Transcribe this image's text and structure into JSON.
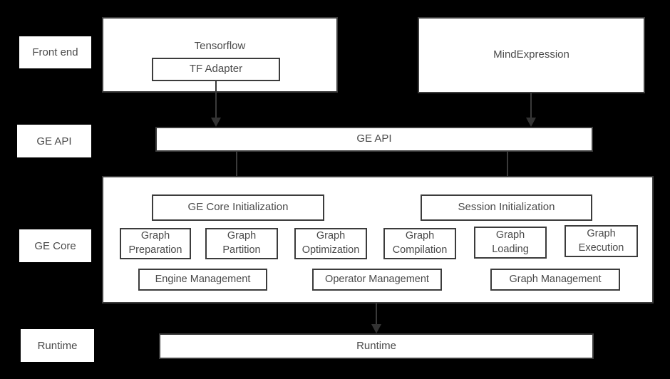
{
  "row_labels": {
    "front_end": "Front end",
    "ge_api": "GE API",
    "ge_core": "GE Core",
    "runtime": "Runtime"
  },
  "nodes": {
    "tensorflow": "Tensorflow",
    "tf_adapter": "TF Adapter",
    "mind_expression": "MindExpression",
    "ge_api_bar": "GE API",
    "ge_core_initialization": "GE Core Initialization",
    "session_initialization": "Session Initialization",
    "graph_preparation": "Graph Preparation",
    "graph_partition": "Graph Partition",
    "graph_optimization": "Graph Optimization",
    "graph_compilation": "Graph Compilation",
    "graph_loading": "Graph Loading",
    "graph_execution": "Graph Execution",
    "engine_management": "Engine Management",
    "operator_management": "Operator Management",
    "graph_management": "Graph Management",
    "runtime_bar": "Runtime"
  },
  "edges": [
    {
      "from": "tf_adapter",
      "to": "ge_api_bar"
    },
    {
      "from": "mind_expression",
      "to": "ge_api_bar"
    },
    {
      "from": "ge_api_bar",
      "to": "ge_core_initialization"
    },
    {
      "from": "ge_api_bar",
      "to": "session_initialization"
    },
    {
      "from": "ge_core",
      "to": "runtime_bar"
    }
  ],
  "colors": {
    "background": "#000000",
    "box_fill": "#ffffff",
    "box_border": "#3c3c3c",
    "text": "#4a4a4a",
    "arrow": "#333333"
  }
}
